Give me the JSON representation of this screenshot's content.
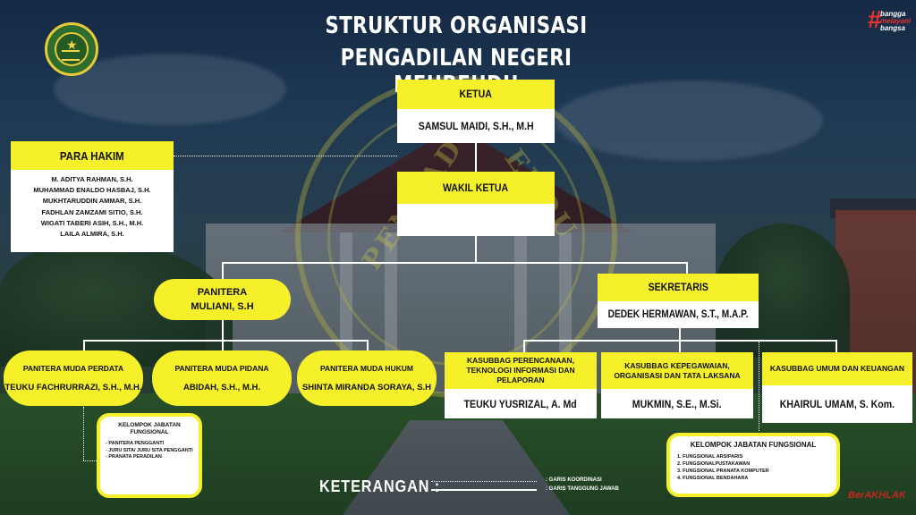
{
  "title": {
    "line1": "STRUKTUR ORGANISASI",
    "line2": "PENGADILAN NEGERI MEUREUDU"
  },
  "hashtag": {
    "symbol": "#",
    "line1": "bangga",
    "line2": "melayani",
    "line3": "bangsa"
  },
  "ketua": {
    "label": "KETUA",
    "name": "SAMSUL MAIDI, S.H., M.H"
  },
  "wakil_ketua": {
    "label": "WAKIL KETUA",
    "name": ""
  },
  "para_hakim": {
    "label": "PARA HAKIM",
    "members": [
      "M. ADITYA RAHMAN, S.H.",
      "MUHAMMAD ENALDO HASBAJ, S.H.",
      "MUKHTARUDDIN AMMAR, S.H.",
      "FADHLAN ZAMZAMI SITIO, S.H.",
      "WIGATI TABERI ASIH, S.H., M.H.",
      "LAILA ALMIRA, S.H."
    ]
  },
  "panitera": {
    "label": "PANITERA",
    "name": "MULIANI, S.H"
  },
  "sekretaris": {
    "label": "SEKRETARIS",
    "name": "DEDEK HERMAWAN, S.T., M.A.P."
  },
  "panitera_muda": [
    {
      "label": "PANITERA MUDA PERDATA",
      "name": "TEUKU FACHRURRAZI, S.H., M.H."
    },
    {
      "label": "PANITERA MUDA PIDANA",
      "name": "ABIDAH, S.H., M.H."
    },
    {
      "label": "PANITERA MUDA HUKUM",
      "name": "SHINTA MIRANDA SORAYA, S.H"
    }
  ],
  "kasubbag": [
    {
      "label": "KASUBBAG PERENCANAAN, TEKNOLOGI INFORMASI DAN PELAPORAN",
      "name": "TEUKU YUSRIZAL, A. Md"
    },
    {
      "label": "KASUBBAG KEPEGAWAIAN, ORGANISASI DAN TATA LAKSANA",
      "name": "MUKMIN, S.E., M.Si."
    },
    {
      "label": "KASUBBAG UMUM DAN KEUANGAN",
      "name": "KHAIRUL UMAM, S. Kom."
    }
  ],
  "fungsional_kepaniteraan": {
    "title": "KELOMPOK JABATAN FUNGSIONAL",
    "items": [
      "- PANITERA PENGGANTI",
      "- JURU SITA/ JURU SITA PENGGANTI",
      "- PRANATA PERADILAN"
    ]
  },
  "fungsional_kesekretariatan": {
    "title": "KELOMPOK JABATAN FUNGSIONAL",
    "items": [
      "1. FUNGSIONAL ARSIPARIS",
      "2. FUNGSIONALPUSTAKAWAN",
      "3. FUNGSIONAL PRANATA KOMPUTER",
      "4. FUNGSIONAL BENDAHARA"
    ]
  },
  "keterangan": {
    "label": "KETERANGAN :",
    "coordination": ": GARIS KOORDINASI",
    "responsibility": ": GARIS TANGGUNG JAWAB"
  },
  "footer_logo": {
    "text": "BerAKHLAK"
  },
  "colors": {
    "box_yellow": "#f5f02a",
    "hashtag_red": "#e8322b",
    "logo_green": "#2f6d2e"
  }
}
